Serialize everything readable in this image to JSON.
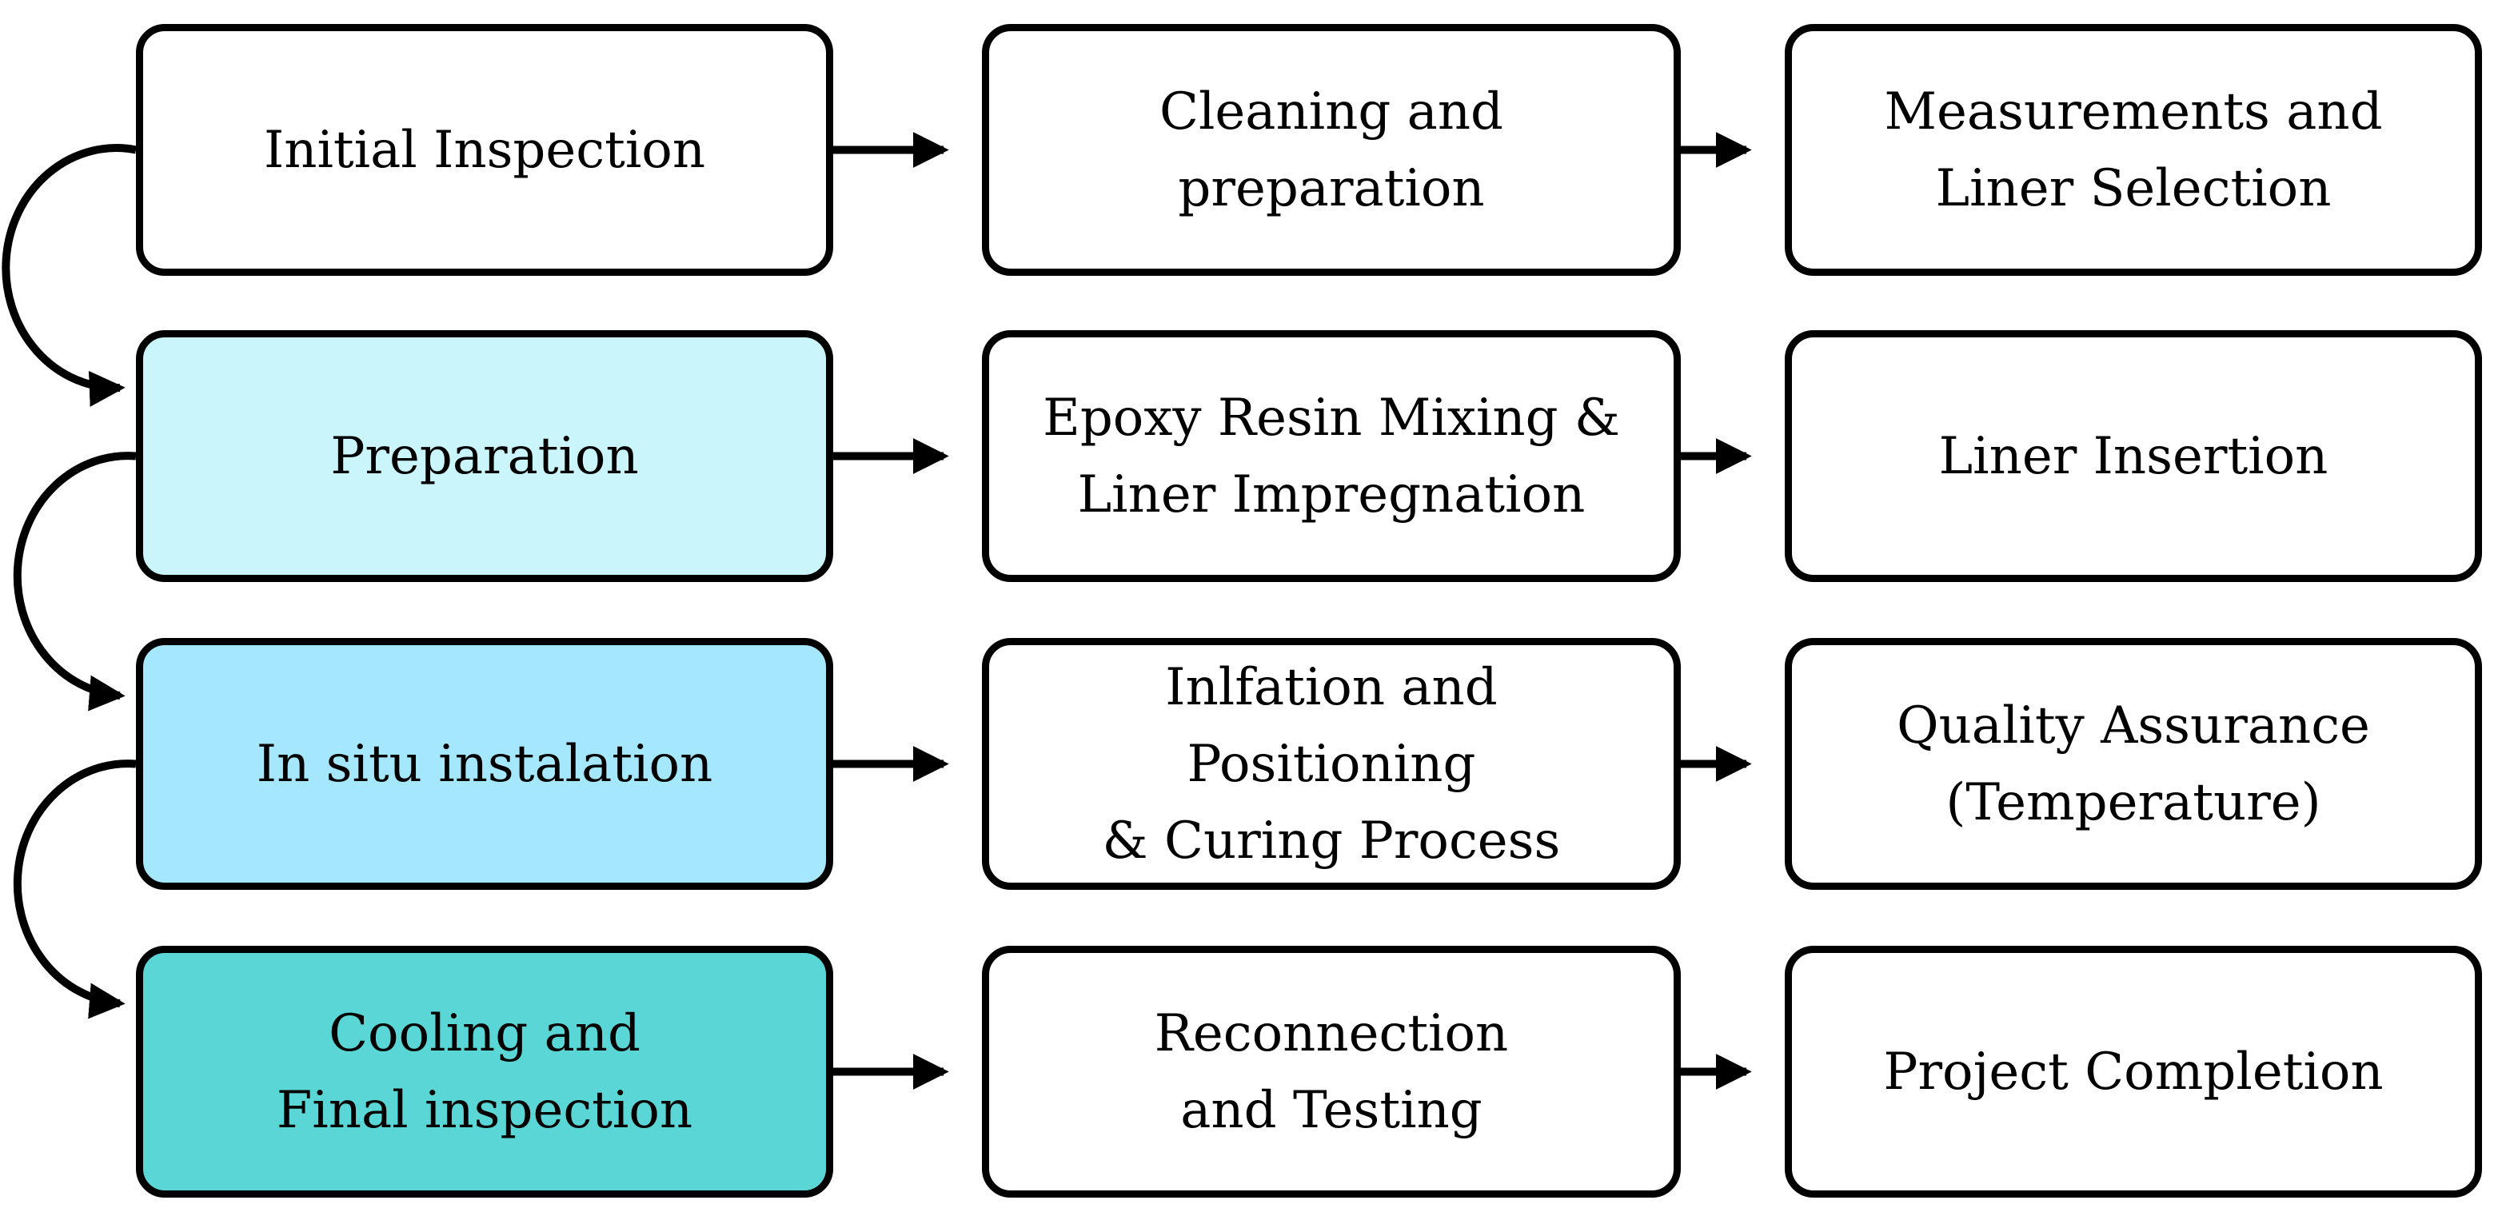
{
  "flowchart": {
    "colors": {
      "border": "#000000",
      "text": "#000000",
      "background": "#ffffff",
      "stage_preparation_fill": "#c9f5fb",
      "stage_insitu_fill": "#a5e7fc",
      "stage_cooling_fill": "#5bd6d6"
    },
    "boxes": [
      {
        "id": "initial-inspection",
        "row": 1,
        "col": 1,
        "label": "Initial Inspection",
        "fill": "#ffffff"
      },
      {
        "id": "cleaning-preparation",
        "row": 1,
        "col": 2,
        "label": "Cleaning and\npreparation",
        "fill": "#ffffff"
      },
      {
        "id": "measurements-liner-selection",
        "row": 1,
        "col": 3,
        "label": "Measurements and\nLiner Selection",
        "fill": "#ffffff"
      },
      {
        "id": "preparation",
        "row": 2,
        "col": 1,
        "label": "Preparation",
        "fill": "#c9f5fb"
      },
      {
        "id": "epoxy-resin-mixing",
        "row": 2,
        "col": 2,
        "label": "Epoxy Resin Mixing &\nLiner Impregnation",
        "fill": "#ffffff"
      },
      {
        "id": "liner-insertion",
        "row": 2,
        "col": 3,
        "label": "Liner Insertion",
        "fill": "#ffffff"
      },
      {
        "id": "in-situ-instalation",
        "row": 3,
        "col": 1,
        "label": "In situ instalation",
        "fill": "#a5e7fc"
      },
      {
        "id": "inflation-positioning-curing",
        "row": 3,
        "col": 2,
        "label": "Inlfation and\nPositioning\n& Curing Process",
        "fill": "#ffffff"
      },
      {
        "id": "quality-assurance",
        "row": 3,
        "col": 3,
        "label": "Quality Assurance\n(Temperature)",
        "fill": "#ffffff"
      },
      {
        "id": "cooling-final-inspection",
        "row": 4,
        "col": 1,
        "label": "Cooling and\nFinal inspection",
        "fill": "#5bd6d6"
      },
      {
        "id": "reconnection-testing",
        "row": 4,
        "col": 2,
        "label": "Reconnection\nand Testing",
        "fill": "#ffffff"
      },
      {
        "id": "project-completion",
        "row": 4,
        "col": 3,
        "label": "Project Completion",
        "fill": "#ffffff"
      }
    ],
    "edges": [
      {
        "from": "initial-inspection",
        "to": "cleaning-preparation",
        "shape": "straight"
      },
      {
        "from": "cleaning-preparation",
        "to": "measurements-liner-selection",
        "shape": "straight"
      },
      {
        "from": "preparation",
        "to": "epoxy-resin-mixing",
        "shape": "straight"
      },
      {
        "from": "epoxy-resin-mixing",
        "to": "liner-insertion",
        "shape": "straight"
      },
      {
        "from": "in-situ-instalation",
        "to": "inflation-positioning-curing",
        "shape": "straight"
      },
      {
        "from": "inflation-positioning-curing",
        "to": "quality-assurance",
        "shape": "straight"
      },
      {
        "from": "cooling-final-inspection",
        "to": "reconnection-testing",
        "shape": "straight"
      },
      {
        "from": "reconnection-testing",
        "to": "project-completion",
        "shape": "straight"
      },
      {
        "from": "initial-inspection",
        "to": "preparation",
        "shape": "curved-left"
      },
      {
        "from": "preparation",
        "to": "in-situ-instalation",
        "shape": "curved-left"
      },
      {
        "from": "in-situ-instalation",
        "to": "cooling-final-inspection",
        "shape": "curved-left"
      }
    ]
  }
}
